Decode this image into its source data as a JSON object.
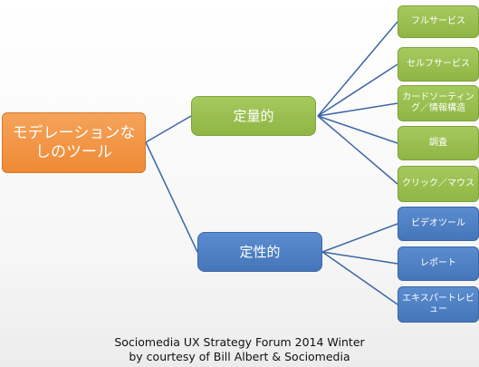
{
  "root": {
    "label": "モデレーションなしのツール"
  },
  "quantitative": {
    "label": "定量的",
    "items": [
      "フルサービス",
      "セルフサービス",
      "カードソーティング／情報構造",
      "調査",
      "クリック／マウス"
    ]
  },
  "qualitative": {
    "label": "定性的",
    "items": [
      "ビデオツール",
      "レポート",
      "エキスパートレビュー"
    ]
  },
  "caption": {
    "line1": "Sociomedia UX Strategy Forum 2014 Winter",
    "line2": "by courtesy of Bill Albert & Sociomedia"
  },
  "colors": {
    "root": "#ef8a35",
    "quantitative": "#8fb644",
    "qualitative": "#4676ba",
    "connector": "#3c67a6"
  }
}
